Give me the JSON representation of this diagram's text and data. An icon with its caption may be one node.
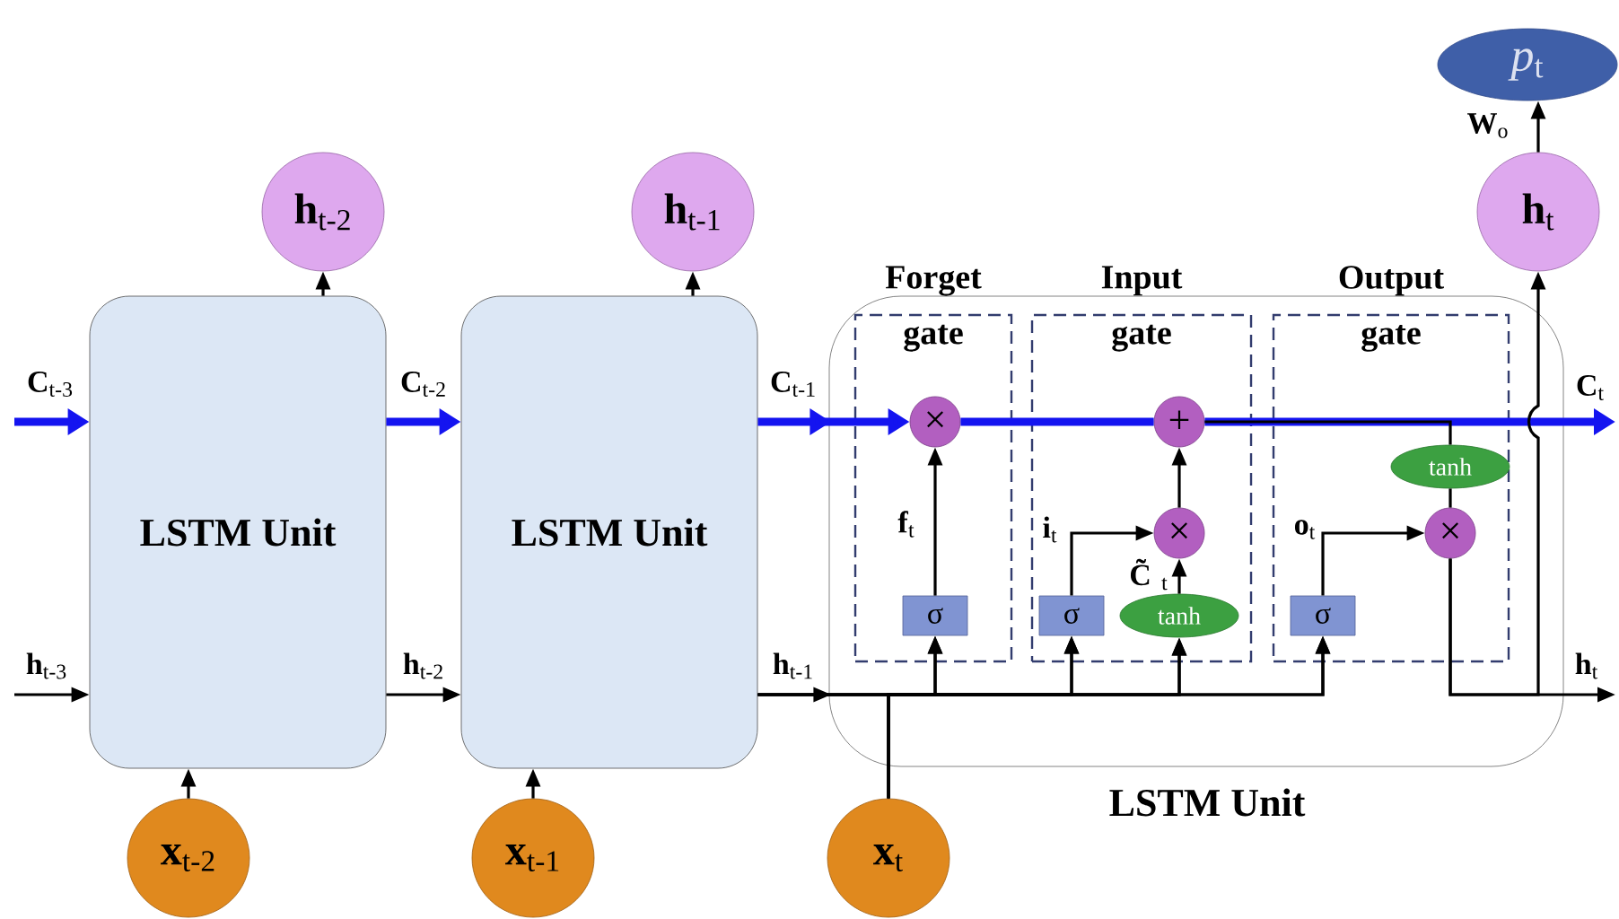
{
  "diagram": {
    "nodes": [
      {
        "text": [
          "LSTM Unit"
        ]
      },
      {
        "text": [
          "LSTM Unit"
        ]
      },
      {
        "text": [
          "LSTM Unit"
        ]
      },
      {
        "text": [
          "Forget gate"
        ],
        "in": 2
      },
      {
        "text": [
          "Input gate"
        ],
        "in": 2
      },
      {
        "text": [
          "Output gate"
        ],
        "in": 2
      },
      {
        "text": [
          "**h**$_{t-2}$"
        ]
      },
      {
        "text": [
          "**h**$_{t-1}$"
        ]
      },
      {
        "text": [
          "**h**$_{t}$"
        ]
      },
      {
        "text": [
          "*p*$_{t}$"
        ]
      },
      {
        "text": [
          "**x**$_{t-2}$"
        ]
      },
      {
        "text": [
          "**x**$_{t-1}$"
        ]
      },
      {
        "text": [
          "**x**$_{t}$"
        ]
      },
      {
        "text": [
          "×"
        ],
        "in": 3
      },
      {
        "text": [
          "σ"
        ],
        "in": 3
      },
      {
        "text": [
          "+"
        ],
        "in": 4
      },
      {
        "text": [
          "×"
        ],
        "in": 4
      },
      {
        "text": [
          "σ"
        ],
        "in": 4
      },
      {
        "text": [
          "tanh"
        ],
        "in": 4
      },
      {
        "text": [
          "tanh"
        ],
        "in": 5
      },
      {
        "text": [
          "×"
        ],
        "in": 5
      },
      {
        "text": [
          "σ"
        ],
        "in": 5
      }
    ],
    "edges": [
      {
        "from": null,
        "to": 0,
        "arrow": "to",
        "label": "**C**$_{t-3}$",
        "style": "thick",
        "color": "#1414f0"
      },
      {
        "from": 0,
        "to": 1,
        "arrow": "to",
        "label": "**C**$_{t-2}$",
        "style": "thick",
        "color": "#1414f0"
      },
      {
        "from": 1,
        "to": 13,
        "arrow": "to",
        "label": "**C**$_{t-1}$",
        "style": "thick",
        "color": "#1414f0"
      },
      {
        "from": 13,
        "to": 15,
        "arrow": "none",
        "style": "thick",
        "color": "#1414f0"
      },
      {
        "from": 15,
        "to": null,
        "arrow": "to",
        "label": "**C**$_{t}$",
        "style": "thick",
        "color": "#1414f0"
      },
      {
        "from": 15,
        "to": 19,
        "arrow": "none"
      },
      {
        "from": 14,
        "to": 13,
        "arrow": "to",
        "label": "**f**$_{t}$"
      },
      {
        "from": 17,
        "to": 16,
        "arrow": "to",
        "label": "**i**$_{t}$"
      },
      {
        "from": 18,
        "to": 16,
        "arrow": "to",
        "label": "**C̃**$_{t}$"
      },
      {
        "from": 16,
        "to": 15,
        "arrow": "to"
      },
      {
        "from": 21,
        "to": 20,
        "arrow": "to",
        "label": "**o**$_{t}$"
      },
      {
        "from": 19,
        "to": 20,
        "arrow": "none"
      },
      {
        "from": null,
        "to": 0,
        "arrow": "to",
        "label": "**h**$_{t-3}$"
      },
      {
        "from": 0,
        "to": 1,
        "arrow": "to",
        "label": "**h**$_{t-2}$"
      },
      {
        "from": 1,
        "to": 14,
        "arrow": "to",
        "label": "**h**$_{t-1}$"
      },
      {
        "from": 1,
        "to": 17,
        "arrow": "to"
      },
      {
        "from": 1,
        "to": 18,
        "arrow": "to"
      },
      {
        "from": 1,
        "to": 21,
        "arrow": "to"
      },
      {
        "from": 12,
        "to": 14,
        "arrow": "to"
      },
      {
        "from": 12,
        "to": 17,
        "arrow": "to"
      },
      {
        "from": 12,
        "to": 18,
        "arrow": "to"
      },
      {
        "from": 12,
        "to": 21,
        "arrow": "to"
      },
      {
        "from": 20,
        "to": 8,
        "arrow": "to"
      },
      {
        "from": 20,
        "to": null,
        "arrow": "to",
        "label": "**h**$_{t}$"
      },
      {
        "from": 8,
        "to": 9,
        "arrow": "to",
        "label": "**W**$_{o}$"
      },
      {
        "from": 0,
        "to": 6,
        "arrow": "to"
      },
      {
        "from": 1,
        "to": 7,
        "arrow": "to"
      },
      {
        "from": 10,
        "to": 0,
        "arrow": "to"
      },
      {
        "from": 11,
        "to": 1,
        "arrow": "to"
      }
    ]
  }
}
